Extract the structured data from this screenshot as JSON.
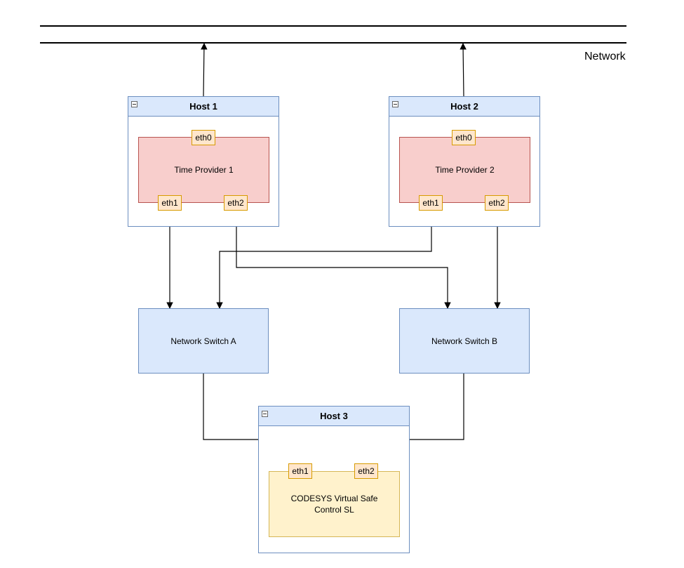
{
  "network": {
    "label": "Network"
  },
  "host1": {
    "title": "Host 1",
    "provider": "Time Provider 1",
    "ports": {
      "eth0": "eth0",
      "eth1": "eth1",
      "eth2": "eth2"
    }
  },
  "host2": {
    "title": "Host 2",
    "provider": "Time Provider 2",
    "ports": {
      "eth0": "eth0",
      "eth1": "eth1",
      "eth2": "eth2"
    }
  },
  "switch_a": {
    "label": "Network Switch A"
  },
  "switch_b": {
    "label": "Network Switch B"
  },
  "host3": {
    "title": "Host 3",
    "controller": "CODESYS Virtual Safe Control SL",
    "ports": {
      "eth1": "eth1",
      "eth2": "eth2"
    }
  },
  "colors": {
    "host_fill": "#dae8fc",
    "host_stroke": "#6c8ebf",
    "provider_fill": "#f8cecc",
    "provider_stroke": "#b85450",
    "port_fill": "#ffe6cc",
    "port_stroke": "#d79b00",
    "controller_fill": "#fff2cc",
    "controller_stroke": "#d6b656"
  }
}
